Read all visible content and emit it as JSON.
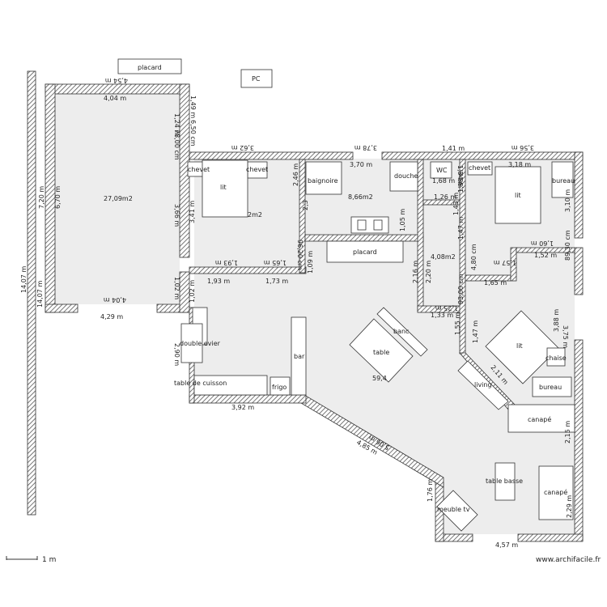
{
  "plan": {
    "room_areas": [
      "27,09m2",
      "2m2",
      "8,66m2",
      "4,08m2",
      "59,4"
    ],
    "labels": {
      "placard_top": "placard",
      "pc": "PC",
      "chevet_1": "chevet",
      "chevet_2": "chevet",
      "lit_1": "lit",
      "baignoire": "baignoire",
      "douche": "douche",
      "wc": "WC",
      "chevet_3": "chevet",
      "lit_2": "lit",
      "bureau_1": "bureau",
      "placard_mid": "placard",
      "double_evier": "double evier",
      "bar": "bar",
      "table_cuisson": "table de cuisson",
      "frigo": "frigo",
      "banc": "banc",
      "table": "table",
      "living": "living",
      "lit_3": "lit",
      "chaise": "chaise",
      "bureau_2": "bureau",
      "canape_1": "canapé",
      "table_basse": "table basse",
      "canape_2": "canapé",
      "meuble_tv": "meuble tv"
    },
    "dimensions": [
      "4,54 m",
      "4,04 m",
      "1,24 m",
      "78,00 cm",
      "1,49 m",
      "6,50 cm",
      "6,70 m",
      "7,20 m",
      "14,07 m",
      "14,07 m",
      "3,66 m",
      "3,41 m",
      "1,02 m",
      "1,02 m",
      "4,04 m",
      "4,29 m",
      "3,62 m",
      "3,78 m",
      "3,70 m",
      "1,41 m",
      "3,56 m",
      "3,18 m",
      "2,46 m",
      "1,68 m",
      "1,26 m",
      "1,34 m",
      "1,38 m",
      "1,43 m",
      "1,47 m",
      "3,10 m",
      "1,60 m",
      "1,52 m",
      "1,65 m",
      "1,57 m",
      "89,30 cm",
      "1,93 m",
      "1,93 m",
      "1,65 m",
      "1,73 m",
      "96,20 cm",
      "1,09 m",
      "2,20 m",
      "2,16 m",
      "1,25 m",
      "1,33 m",
      "1,55 m",
      "1,47 m",
      "2,90 m",
      "3,92 m",
      "5,06 m",
      "4,85 m",
      "1,76 m",
      "4,57 m",
      "3,88 m",
      "3,75 m",
      "2,15 m",
      "2,29 m",
      "2,11 m",
      "93,00 cm",
      "4,80 cm",
      "2,3",
      "1,05 m"
    ],
    "scale": "1 m",
    "credit": "www.archifacile.fr"
  }
}
